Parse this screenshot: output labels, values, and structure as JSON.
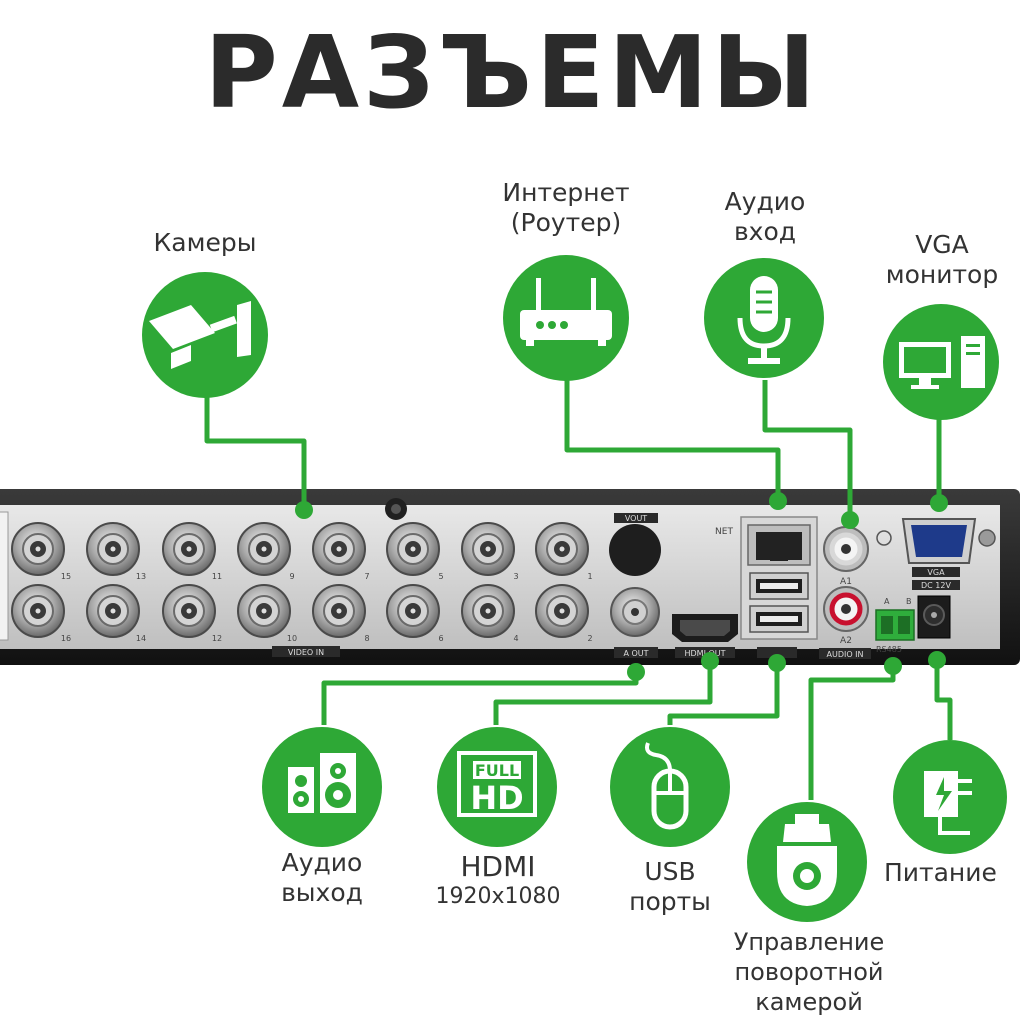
{
  "title": "РАЗЪЕМЫ",
  "accent_color": "#2ea836",
  "connectors": {
    "cameras": {
      "label": "Камеры",
      "icon": "camera-icon"
    },
    "internet": {
      "line1": "Интернет",
      "line2": "(Роутер)",
      "icon": "router-icon"
    },
    "audio_in": {
      "line1": "Аудио",
      "line2": "вход",
      "icon": "microphone-icon"
    },
    "vga": {
      "line1": "VGA",
      "line2": "монитор",
      "icon": "monitor-icon"
    },
    "audio_out": {
      "line1": "Аудио",
      "line2": "выход",
      "icon": "speaker-icon"
    },
    "hdmi": {
      "line1": "HDMI",
      "line2": "1920x1080",
      "icon": "full-hd-icon",
      "icon_text_top": "FULL",
      "icon_text_bottom": "HD"
    },
    "usb": {
      "line1": "USB",
      "line2": "порты",
      "icon": "mouse-icon"
    },
    "ptz": {
      "line1": "Управление",
      "line2": "поворотной",
      "line3": "камерой",
      "icon": "ptz-camera-icon"
    },
    "power": {
      "label": "Питание",
      "icon": "power-adapter-icon"
    }
  },
  "panel_labels": {
    "video_in": "VIDEO IN",
    "vout": "VOUT",
    "a_out": "A OUT",
    "hdmi_out": "HDMI OUT",
    "net": "NET",
    "vga": "VGA",
    "dc": "DC 12V",
    "rs485": "RS485",
    "audio_in": "AUDIO IN",
    "a1": "A1",
    "a2": "A2",
    "a": "A",
    "b": "B"
  },
  "channel_numbers_top": [
    "15",
    "13",
    "11",
    "9",
    "7",
    "5",
    "3",
    "1"
  ],
  "channel_numbers_bottom": [
    "16",
    "14",
    "12",
    "10",
    "8",
    "6",
    "4",
    "2"
  ]
}
